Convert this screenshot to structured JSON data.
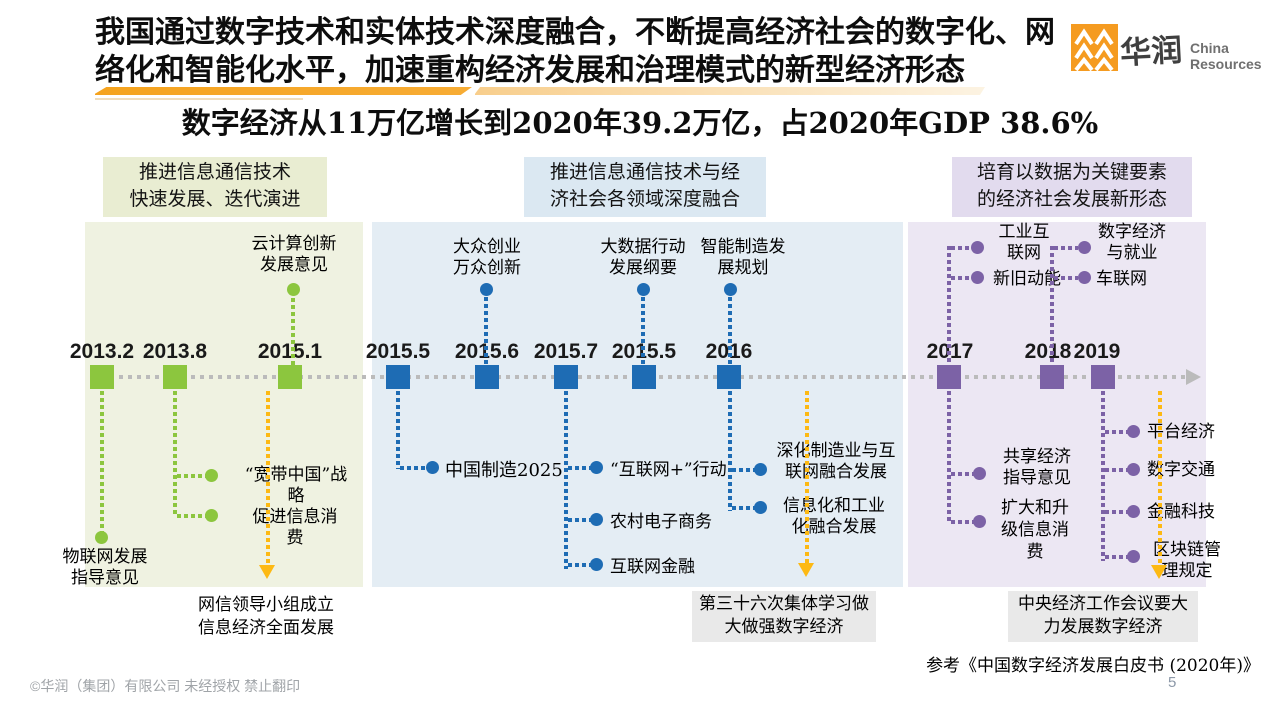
{
  "title": {
    "line1": "我国通过数字技术和实体技术深度融合，不断提高经济社会的数字化、网",
    "line2": "络化和智能化水平，加速重构经济发展和治理模式的新型经济形态",
    "subtitle": "数字经济从11万亿增长到2020年39.2万亿，占2020年GDP 38.6%"
  },
  "logo": {
    "zh": "华润",
    "en1": "China",
    "en2": "Resources"
  },
  "colors": {
    "green": "#8CC63E",
    "blue": "#1E6CB4",
    "purple": "#7C62A6",
    "orange": "#FDB913",
    "axis": "#BBBBBB"
  },
  "green": {
    "header": "推进信息通信技术\n快速发展、迭代演进",
    "dates": [
      "2013.2",
      "2013.8",
      "2015.1"
    ],
    "cloud": "云计算创新\n发展意见",
    "iot": "物联网发展\n指导意见",
    "broadband": "“宽带中国”战\n略",
    "info_consume": "促进信息消\n费",
    "note": "网信领导小组成立\n信息经济全面发展"
  },
  "blue": {
    "header": "推进信息通信技术与经\n济社会各领域深度融合",
    "dates": [
      "2015.5",
      "2015.6",
      "2015.7",
      "2015.5",
      "2016"
    ],
    "entrepreneurship": "大众创业\n万众创新",
    "bigdata": "大数据行动\n发展纲要",
    "smart_mfg": "智能制造发\n展规划",
    "made2025": "中国制造2025",
    "internet_plus": "“互联网+”行动",
    "rural_ec": "农村电子商务",
    "net_finance": "互联网金融",
    "mfg_fusion": "深化制造业与互\n联网融合发展",
    "info_industry": "信息化和工业\n化融合发展",
    "note": "第三十六次集体学习做\n大做强数字经济"
  },
  "purple": {
    "header": "培育以数据为关键要素\n的经济社会发展新形态",
    "dates": [
      "2017",
      "2018",
      "2019"
    ],
    "industrial_net": "工业互\n联网",
    "new_momentum": "新旧动能",
    "digital_jobs": "数字经济\n与就业",
    "iov": "车联网",
    "sharing": "共享经济\n指导意见",
    "expand_consume": "扩大和升\n级信息消\n费",
    "platform": "平台经济",
    "digital_transport": "数字交通",
    "fintech": "金融科技",
    "blockchain": "区块链管\n理规定",
    "note": "中央经济工作会议要大\n力发展数字经济"
  },
  "footer": {
    "copyright": "©华润（集团）有限公司 未经授权 禁止翻印",
    "reference": "参考《中国数字经济发展白皮书 (2020年)》",
    "page": "5"
  }
}
